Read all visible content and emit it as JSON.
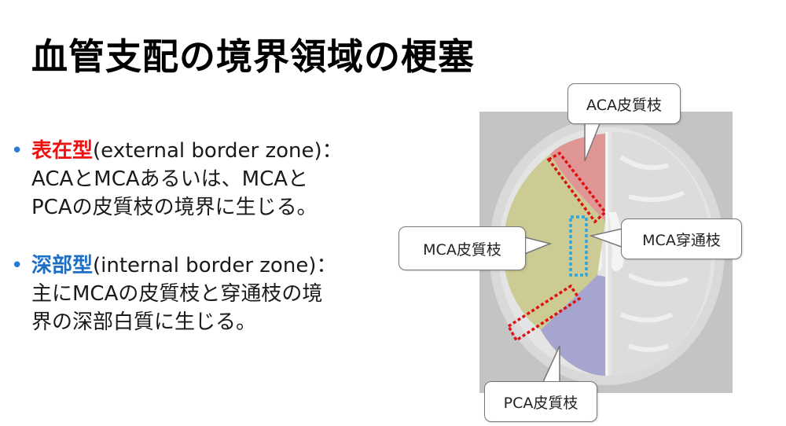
{
  "title": "血管支配の境界領域の梗塞",
  "bullets": [
    {
      "keyword": "表在型",
      "english": "(external border zone)：",
      "body_line1": "ACAとMCAあるいは、MCAと",
      "body_line2": "PCAの皮質枝の境界に生じる。",
      "keyword_color": "#ee1111"
    },
    {
      "keyword": "深部型",
      "english": "(internal border zone)：",
      "body_line1": "主にMCAの皮質枝と穿通枝の境",
      "body_line2": "界の深部白質に生じる。",
      "keyword_color": "#1c6fc4"
    }
  ],
  "callouts": {
    "aca": "ACA皮質枝",
    "mca": "MCA皮質枝",
    "mca_perforator": "MCA穿通枝",
    "pca": "PCA皮質枝"
  },
  "colors": {
    "aca_territory": "#e08888",
    "mca_territory": "#c8c88a",
    "pca_territory": "#9a9acc",
    "external_zone_outline": "#dd1111",
    "internal_zone_outline": "#2aa6e0"
  }
}
